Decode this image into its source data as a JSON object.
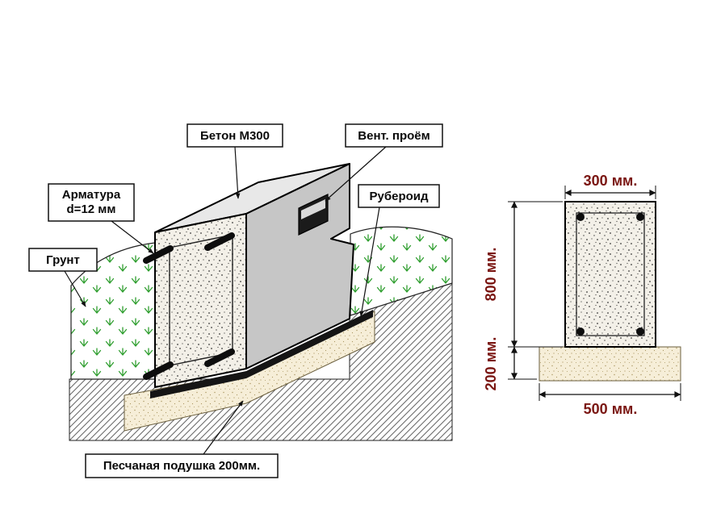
{
  "diagram": {
    "callouts": {
      "concrete": "Бетон М300",
      "vent": "Вент. проём",
      "rebar_line1": "Арматура",
      "rebar_line2": "d=12 мм",
      "ground": "Грунт",
      "ruberoid": "Рубероид",
      "sand": "Песчаная подушка 200мм."
    },
    "cross_section": {
      "top_width": "300 мм.",
      "height": "800 мм.",
      "cushion_height": "200 мм.",
      "bottom_width": "500 мм."
    },
    "colors": {
      "dimension_text": "#7a1511",
      "grass": "#2f9e2f"
    }
  }
}
